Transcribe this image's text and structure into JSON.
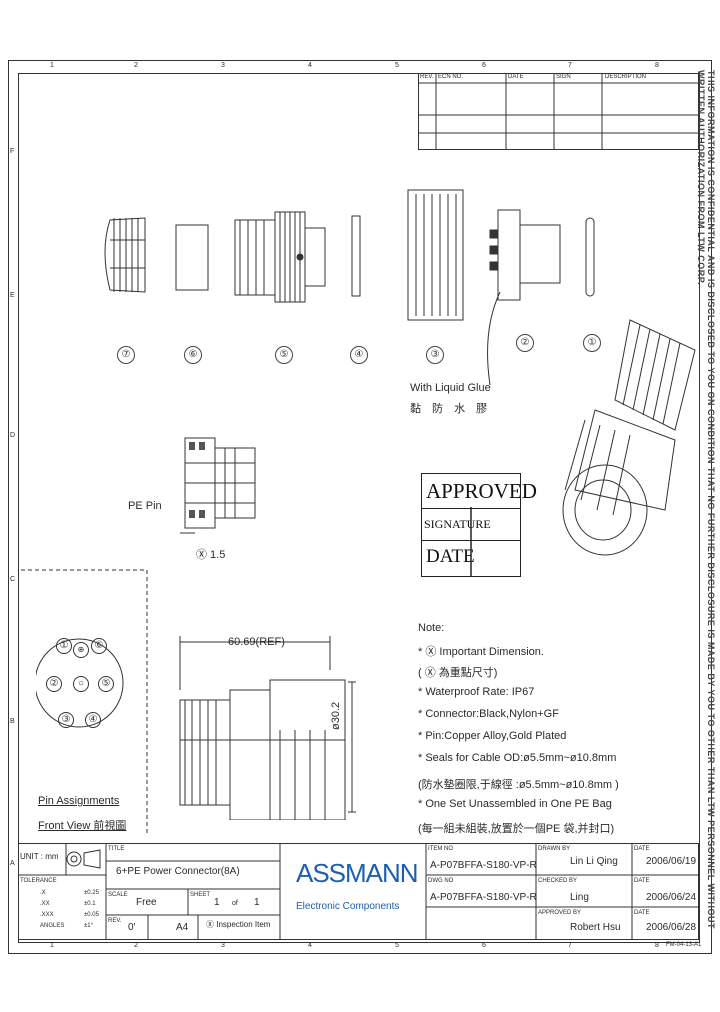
{
  "zones_top": [
    "1",
    "2",
    "3",
    "4",
    "5",
    "6",
    "7",
    "8"
  ],
  "zones_side": [
    "F",
    "E",
    "D",
    "C",
    "B",
    "A"
  ],
  "revision_table": {
    "headers": [
      "REV.",
      "ECN NO.",
      "DATE",
      "SIGN",
      "DESCRIPTION"
    ]
  },
  "sidebar_text": "THIS INFORMATION IS CONFIDENTIAL AND IS DISCLOSED TO YOU ON CONDITION THAT NO FURTHER DISCLOSURE IS MADE BY YOU TO OTHER THAN LTW PERSONNEL WITHOUT WRITTEN AUTHORIZATION FROM LTW CORP.",
  "exploded_parts": [
    "⑦",
    "⑥",
    "⑤",
    "④",
    "③",
    "②",
    "①"
  ],
  "glue_label": {
    "line1": "With Liquid Glue",
    "line2": "黏 防 水 膠"
  },
  "pe_pin_label": "PE Pin",
  "pe_dim": "Ⓧ 1.5",
  "stamp": {
    "approved": "APPROVED",
    "signature": "SIGNATURE",
    "date": "DATE"
  },
  "dimension_length": "60.69(REF)",
  "dimension_diameter": "ø30.2",
  "pins": [
    "①",
    "⊕",
    "⑥",
    "②",
    "○",
    "⑤",
    "③",
    "④"
  ],
  "pin_caption": {
    "line1": "Pin Assignments",
    "line2": "Front View 前視圖"
  },
  "notes": [
    "Note:",
    "* Ⓧ Important Dimension.",
    "  ( Ⓧ 為重點尺寸)",
    "* Waterproof Rate: IP67",
    "* Connector:Black,Nylon+GF",
    "* Pin:Copper Alloy,Gold Plated",
    "* Seals for Cable OD:ø5.5mm~ø10.8mm",
    "  (防水墊圈限,于線徑 :ø5.5mm~ø10.8mm )",
    "* One Set Unassembled in One PE Bag",
    "  (每一組未組裝,放置於一個PE 袋,并封口)"
  ],
  "title_block": {
    "unit_label": "UNIT : mm",
    "tolerance_label": "TOLERANCE",
    "tolerances": [
      {
        "k": ".X",
        "v": "±0.25"
      },
      {
        "k": ".XX",
        "v": "±0.1"
      },
      {
        "k": ".XXX",
        "v": "±0.05"
      },
      {
        "k": "ANGLES",
        "v": "±1°"
      }
    ],
    "title_label": "TITLE",
    "title": "6+PE Power Connector(8A)",
    "scale_label": "SCALE",
    "scale": "Free",
    "sheet_label": "SHEET",
    "sheet": "1",
    "sheet_of": "of",
    "sheet_total": "1",
    "rev_label": "REV.",
    "rev": "0'",
    "size": "A4",
    "inspection": "Ⓧ Inspection Item",
    "brand_name": "ASSMANN",
    "brand_sub": "Electronic Components",
    "item_no_label": "ITEM NO",
    "item_no": "A-P07BFFA-S180-VP-R",
    "dwg_no_label": "DWG NO",
    "dwg_no": "A-P07BFFA-S180-VP-R",
    "drawn_label": "DRAWN BY",
    "drawn": "Lin Li Qing",
    "checked_label": "CHECKED BY",
    "checked": "Ling",
    "approved_label": "APPROVED BY",
    "approved": "Robert Hsu",
    "date_label": "DATE",
    "date1": "2006/06/19",
    "date2": "2006/06/24",
    "date3": "2006/06/28",
    "form_no": "FM-04-13-A1"
  },
  "colors": {
    "brand": "#1a5fb4",
    "line": "#333333"
  }
}
